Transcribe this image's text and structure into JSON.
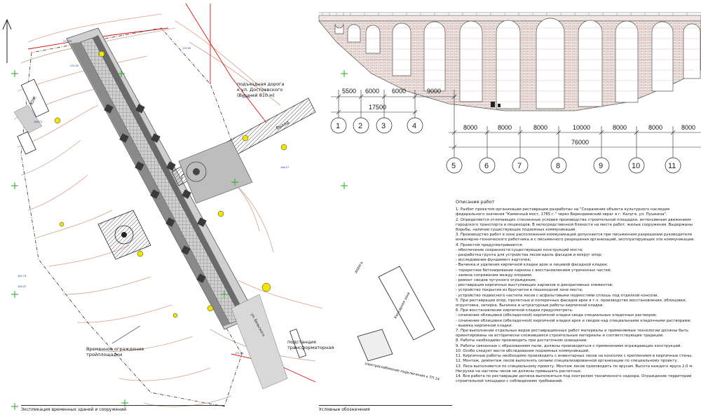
{
  "plan": {
    "labels": {
      "north": "ЮЖ",
      "access_road": "подъездная дорога к ул. Достоевского (Вишней 810 м)",
      "exit": "Выход",
      "fence": "Временное ограждение стройплощадки",
      "substation": "подстанция трансформаторная",
      "electrical": "электроснабжение подключения к ТП 14",
      "street": "ул. Бельского",
      "road": "дорога",
      "container": "Кипсарная зона"
    }
  },
  "elevation": {
    "dims_left": [
      "5500",
      "6000",
      "6000",
      "9000"
    ],
    "dim_total_left": "17500",
    "axes_left": [
      "1",
      "2",
      "3",
      "4"
    ],
    "dims_right": [
      "8000",
      "8000",
      "8000",
      "10000",
      "8000",
      "8000",
      "8000"
    ],
    "dim_total_right": "76000",
    "axes_right": [
      "5",
      "6",
      "7",
      "8",
      "9",
      "10",
      "11"
    ]
  },
  "notes": {
    "title": "Описание работ",
    "items": [
      "1. Разбит проектом организации реставрации разработан на \"Сохранение объекта культурного наследия федерального значения \"Каменный мост, 1785 г.\" через Берендеевский овраг в г. Калуге, ул. Пушкина\".",
      "2. Определяется отличающих стесненные условия производства строительной площадки, интенсивным движением городского транспорта и пешеходов. В непосредственной близости на месте работ, жилые сооружения. Выдержаны борьбы, наличие существующих подземных коммуникаций.",
      "3. Производство работ в зоне расположения коммуникаций допускается при письменном разрешении руководителя инженерно-технического работника и с письменного разрешения организаций, эксплуатирующих эти коммуникации.",
      "4. Проектом предусматриваются:",
      "- обеспечение сохранности существующих конструкций моста;",
      "- разработка грунта для устройства лесов вдоль фасадов и вокруг опор;",
      "- исследование фундамент карточек;",
      "- Вычинка и удаление кирпичной кладки арок и лицевой фасадной кладки;",
      "- торкретное бетонирование карниза с восстановлением утраченных частей;",
      "- замена сопряжения между опорами;",
      "- ремонт сводов чугунного ограждения;",
      "- реставрация кирпичных выступающих карнизов и декоративных элементов;",
      "- устройство покрытия из брусчатки в пешеходной зоне моста;",
      "- устройство подвесного настила лесов с асфальтовыми подмостями сплошь под отделкой консоли.",
      "5. При реставрации опор, пролетных и поперечных фасадов арок в т.ч. производство восстановления, облицовки, огрунтовка, затирка. Вычинка и штукатурные работы кирпичной кладки.",
      "6. При восстановлении кирпичной кладки предусмотреть:",
      "- сочинение облицовки (обкладочной) кирпичной кладки свода специальных кладочных растворов;",
      "- сочинение облицовки (обкладочной) кирпичной кладки арок и сводов над специальными кладочными растворами;",
      "- выемка кирпичной кладки.",
      "7. При выполнении отдельных видов реставрационных работ материалы и применяемые технологии должны быть ориентированы на исторически сложившиеся строительные материалы и соответствующие традиции.",
      "8. Работы необходимо производить при достаточном освещении.",
      "9. Работы связанные с образованием пыли, должны производиться с применением ограждающих конструкций.",
      "10. Особо следует вести обследование подземных коммуникаций.",
      "11. Кирпичные работы необходимо производить с инвентарных лесов на консолях с креплением в кирпичные стены.",
      "12. Монтаж, демонтаж лесов выполнять силами специализированной организации по специальному проекту.",
      "13. Леса выполняются по специальному проекту. Монтаж лесов производить по ярусам. Высота каждого яруса 2.0 м. Нагрузки на настилы лесов не должны превышать расчетных.",
      "14. Вся работа по реставрации должна выполняться под контролем технического надзора. Ограждение территории строительной площадки с соблюдением требований."
    ]
  },
  "legends": {
    "left_title": "Экспликация временных зданий и сооружений",
    "right_title": "Условные обозначения"
  }
}
